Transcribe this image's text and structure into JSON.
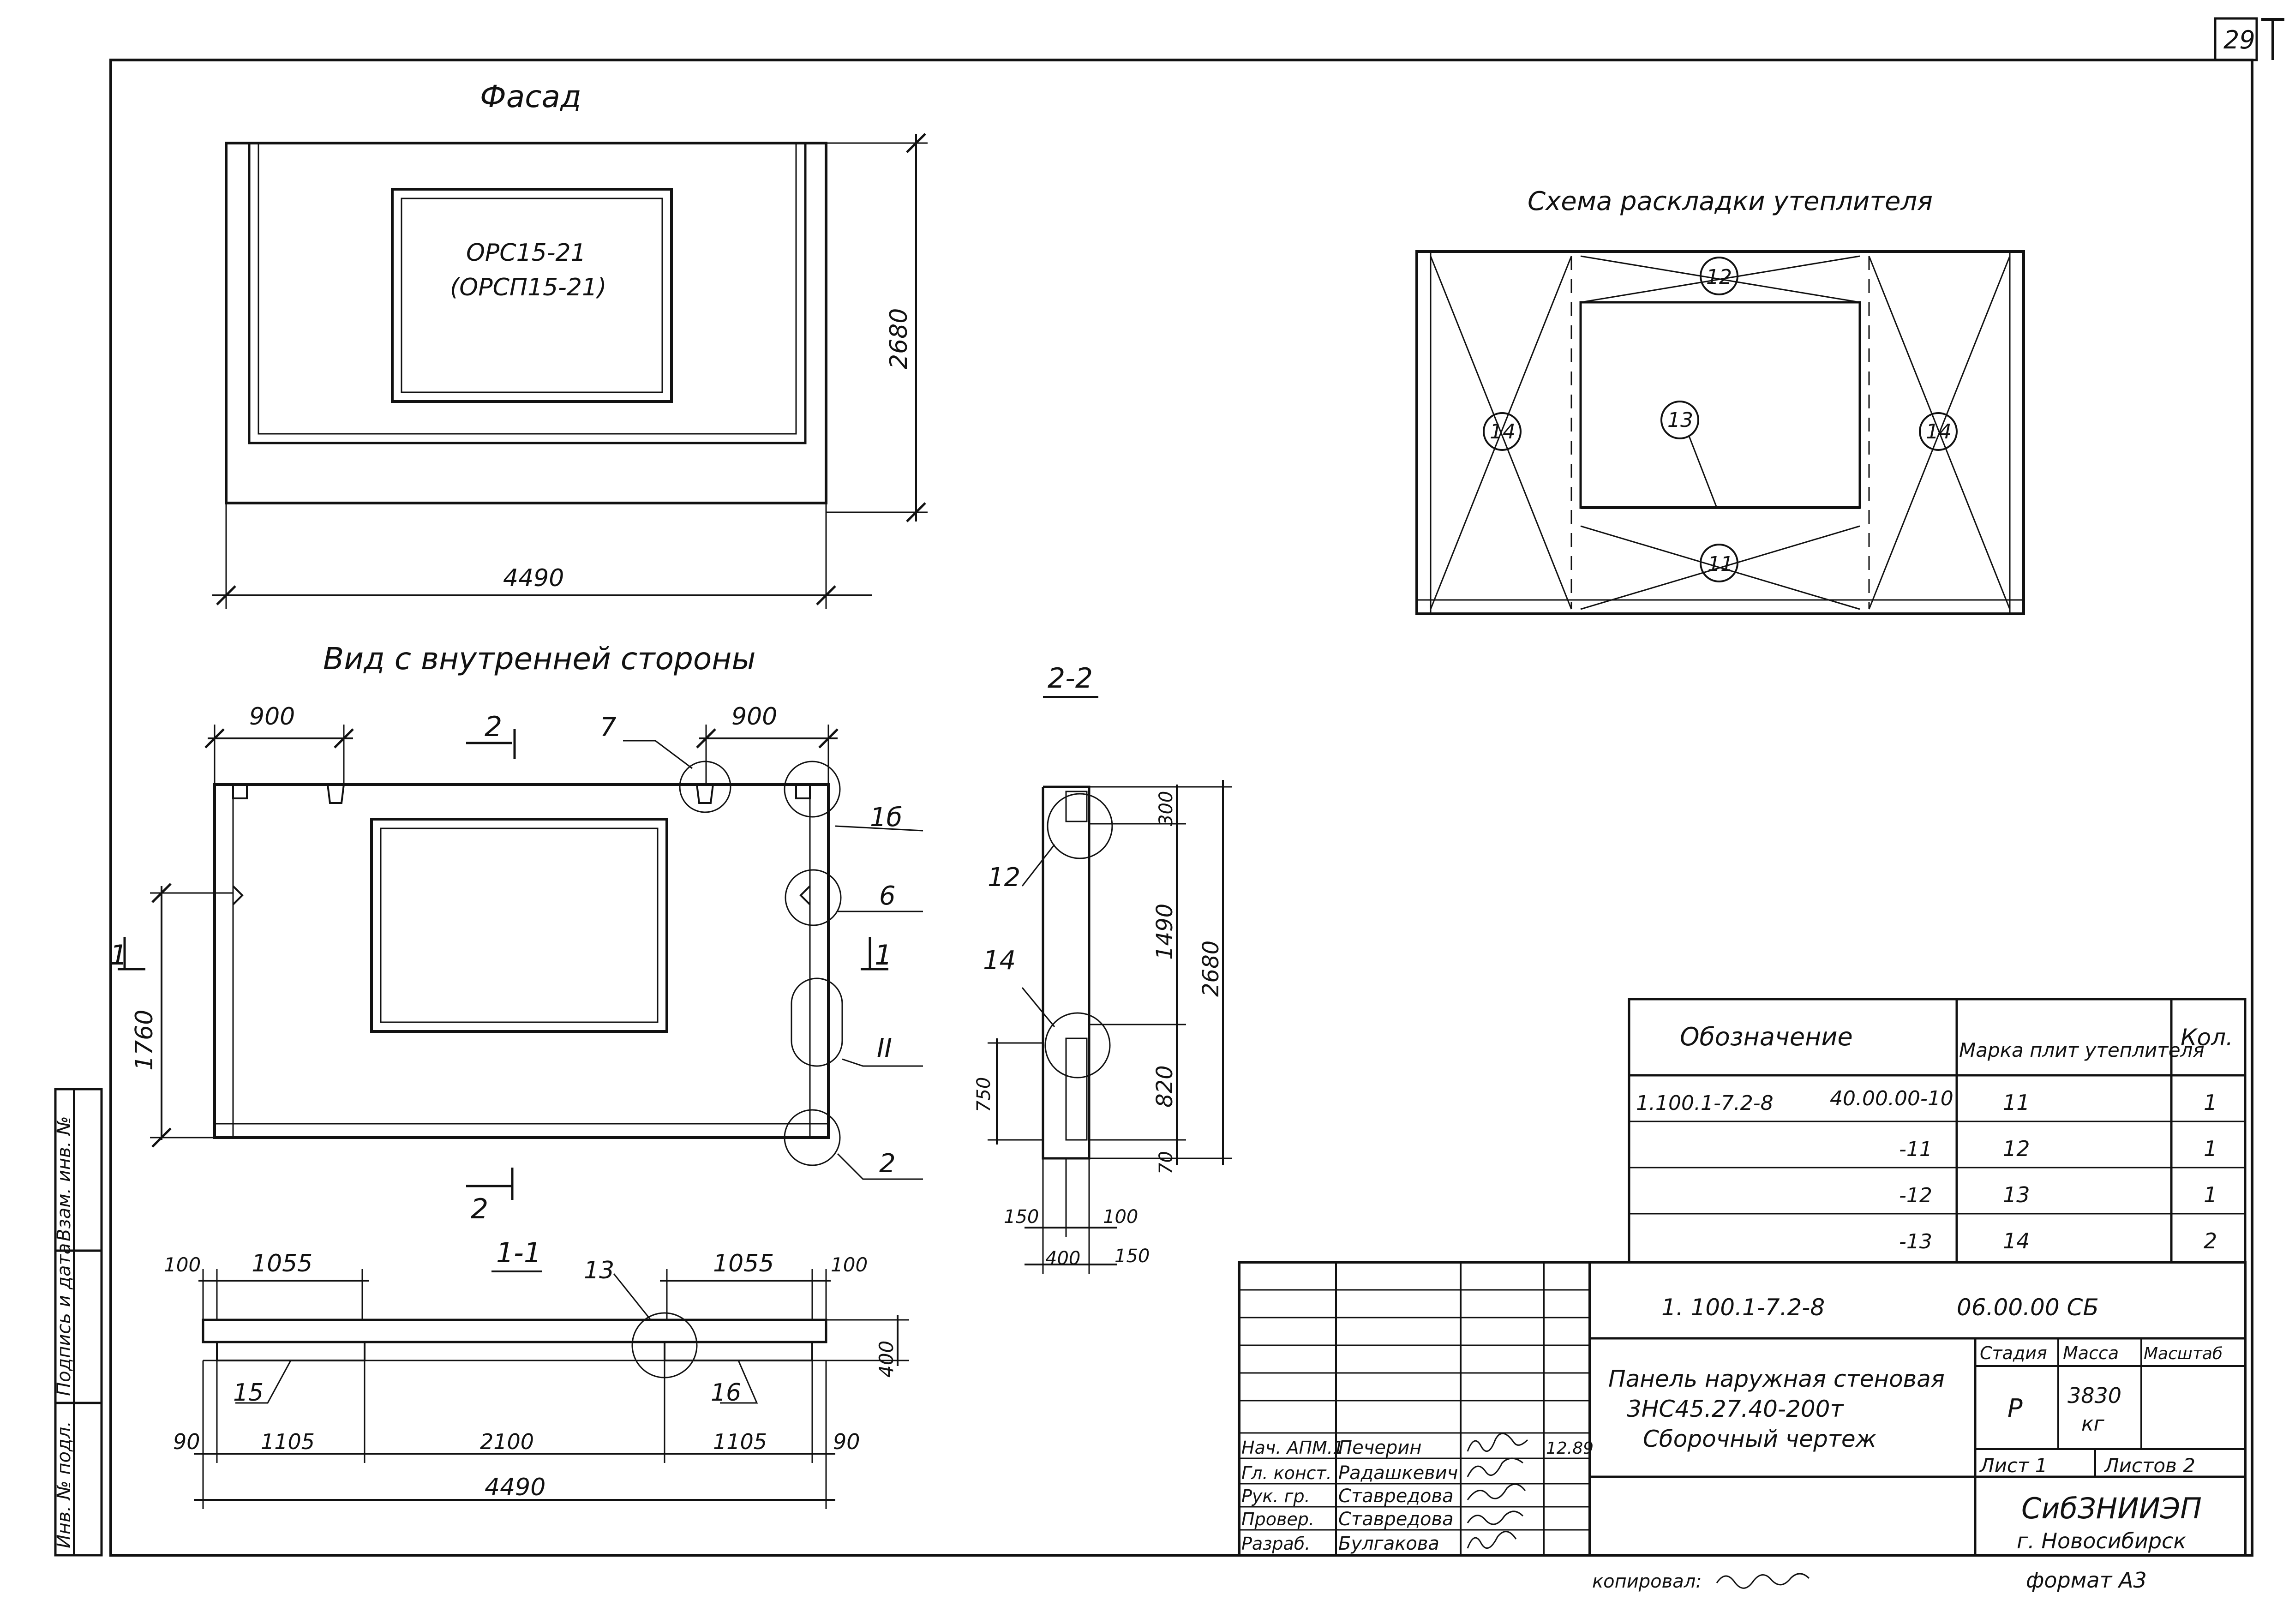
{
  "sheet": {
    "number": "29",
    "copied_by_label": "копировал:",
    "format": "формат А3"
  },
  "facade": {
    "title": "Фасад",
    "window_mark_1": "ОРС15-21",
    "window_mark_2": "(ОРСП15-21)",
    "dim_width": "4490",
    "dim_height": "2680"
  },
  "inner_view": {
    "title": "Вид с внутренней стороны",
    "dim_top_left": "900",
    "dim_top_right": "900",
    "dim_left": "1760",
    "section_mark": "2",
    "section_mark_bottom": "2",
    "section_mark_1_left": "1",
    "section_mark_1_right": "1",
    "callout_7": "7",
    "callout_1b": "1б",
    "callout_6": "6",
    "callout_II": "II",
    "callout_2": "2"
  },
  "section_1_1": {
    "title": "1-1",
    "dim_left_edge": "100",
    "dim_left_zone": "1055",
    "dim_right_zone": "1055",
    "dim_right_edge": "100",
    "callout_13": "13",
    "callout_15": "15",
    "callout_16": "16",
    "dim_thickness": "400",
    "dim_b_left": "90",
    "dim_b_1": "1105",
    "dim_b_2": "2100",
    "dim_b_3": "1105",
    "dim_b_right": "90",
    "dim_total": "4490"
  },
  "section_2_2": {
    "title": "2-2",
    "dim_300": "300",
    "dim_1490": "1490",
    "dim_2680": "2680",
    "dim_820": "820",
    "dim_750": "750",
    "dim_70": "70",
    "dim_150a": "150",
    "dim_100": "100",
    "dim_400": "400",
    "dim_150b": "150",
    "callout_12": "12",
    "callout_14": "14"
  },
  "insulation_scheme": {
    "title": "Схема раскладки утеплителя",
    "mark_12": "12",
    "mark_13": "13",
    "mark_14_left": "14",
    "mark_14_right": "14",
    "mark_11": "11"
  },
  "spec_table": {
    "headers": [
      "Обозначение",
      "Марка плит утеплителя",
      "Кол."
    ],
    "rows": [
      {
        "designation": "1.100.1-7.2-8",
        "code": "40.00.00-10",
        "mark": "11",
        "qty": "1"
      },
      {
        "designation": "",
        "code": "-11",
        "mark": "12",
        "qty": "1"
      },
      {
        "designation": "",
        "code": "-12",
        "mark": "13",
        "qty": "1"
      },
      {
        "designation": "",
        "code": "-13",
        "mark": "14",
        "qty": "2"
      }
    ]
  },
  "title_block": {
    "doc_code": "1. 100.1-7.2-8",
    "doc_code_2": "06.00.00 СБ",
    "name_line_1": "Панель наружная стеновая",
    "name_line_2": "3НС45.27.40-200т",
    "name_line_3": "Сборочный чертеж",
    "stage_label": "Стадия",
    "mass_label": "Масса",
    "scale_label": "Масштаб",
    "stage_value": "Р",
    "mass_value": "3830",
    "mass_unit": "кг",
    "sheet_label": "Лист 1",
    "sheets_label": "Листов 2",
    "org_name": "СибЗНИИЭП",
    "org_city": "г. Новосибирск",
    "date": "12.89",
    "roles": [
      {
        "role": "Нач. АПМ.1",
        "name": "Печерин"
      },
      {
        "role": "Гл. конст.",
        "name": "Радашкевич"
      },
      {
        "role": "Рук. гр.",
        "name": "Ставредова"
      },
      {
        "role": "Провер.",
        "name": "Ставредова"
      },
      {
        "role": "Разраб.",
        "name": "Булгакова"
      }
    ]
  },
  "side_stamp": {
    "cell_1": "Взам. инв. №",
    "cell_2": "Подпись и дата",
    "cell_3": "Инв. № подл."
  }
}
